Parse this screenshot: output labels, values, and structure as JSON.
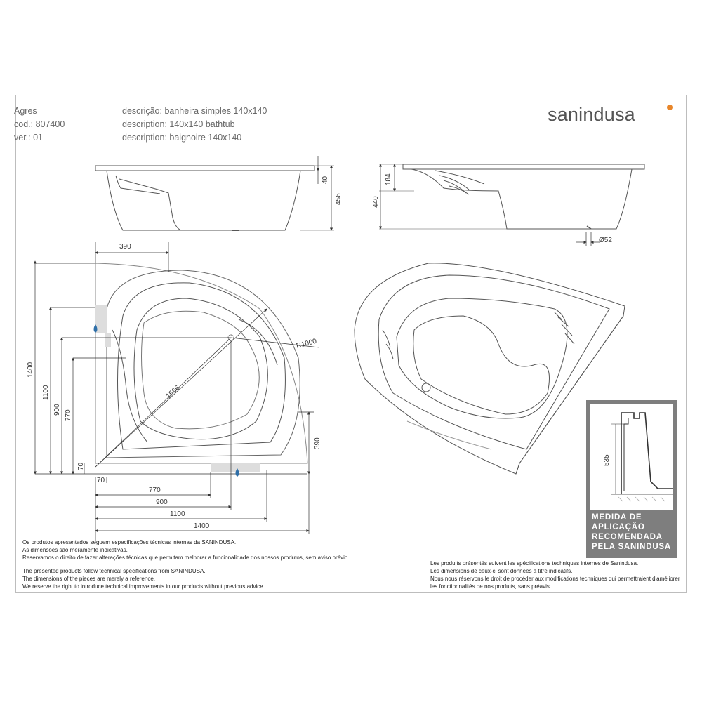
{
  "header": {
    "model": "Agres",
    "code": "cod.: 807400",
    "version": "ver.: 01",
    "desc_pt": "descrição: banheira simples 140x140",
    "desc_en": "description: 140x140 bathtub",
    "desc_fr": "description: baignoire 140x140",
    "brand": "sanindusa"
  },
  "dimensions": {
    "side_top_rim": "40",
    "side_height": "456",
    "front_seat": "184",
    "front_height": "440",
    "drain_diameter": "Ø52",
    "plan_width_top": "390",
    "plan_side_right": "390",
    "plan_radius": "R1000",
    "plan_diagonal": "1566",
    "v_1400": "1400",
    "v_1100": "1100",
    "v_900": "900",
    "v_770": "770",
    "v_70": "70",
    "h_70": "70",
    "h_770": "770",
    "h_900": "900",
    "h_1100": "1100",
    "h_1400": "1400"
  },
  "install_box": {
    "dimension": "535",
    "lines": [
      "MEDIDA DE",
      "APLICAÇÃO",
      "RECOMENDADA",
      "PELA SANINDUSA"
    ]
  },
  "notes_pt": [
    "Os produtos apresentados seguem especificações técnicas internas da SANINDUSA.",
    "As dimensões são meramente indicativas.",
    "Reservamos o direito de fazer alterações técnicas que permitam melhorar a funcionalidade dos nossos produtos, sem aviso prévio."
  ],
  "notes_en": [
    "The presented products follow technical specifications from SANINDUSA.",
    "The dimensions of the pieces are merely a reference.",
    "We reserve the right to introduce technical improvements in our products without previous advice."
  ],
  "notes_fr": [
    "Les produits présentés suivent les spécifications techniques internes de Sanindusa.",
    "Les dimensions de ceux-ci sont données à titre indicatifs.",
    "Nous nous réservons le droit de procéder aux modifications techniques qui permettraient d'améliorer les fonctionnalités de nos produits, sans préavis."
  ],
  "colors": {
    "brand_dot": "#e8862a",
    "install_box": "#7e7e7e",
    "water_icon": "#2f6fa8"
  }
}
